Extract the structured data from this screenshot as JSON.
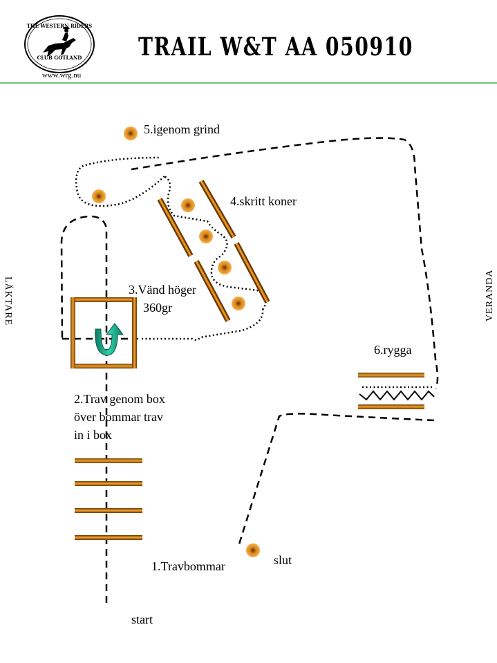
{
  "header": {
    "title": "TRAIL W&T AA 050910",
    "logo_text_top": "THE WESTERN RIDERS",
    "logo_text_bottom": "CLUB GOTLAND",
    "website": "www.wrg.nu"
  },
  "side_labels": {
    "left": "LÄKTARE",
    "right": "VERANDA"
  },
  "obstacles": {
    "travbommar": "1.Travbommar",
    "box_line1": "2.Trav genom box",
    "box_line2": "över bommar trav",
    "box_line3": "in i box",
    "turn_line1": "3.Vänd höger",
    "turn_line2": "360gr",
    "cones": "4.skritt koner",
    "gate": "5.igenom grind",
    "backup": "6.rygga"
  },
  "markers": {
    "start": "start",
    "finish": "slut"
  },
  "colors": {
    "header_rule": "#3fae3f",
    "pole_wood": "#c87a12",
    "pole_dark": "#6b3a05",
    "arrow": "#1fa88a",
    "cone_center": "#6b3a05"
  }
}
